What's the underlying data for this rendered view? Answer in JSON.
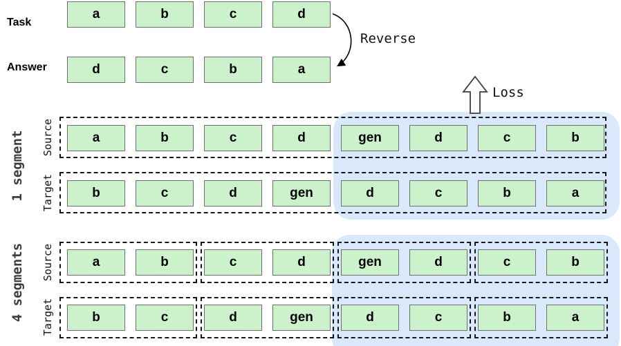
{
  "diagram": {
    "task": {
      "label": "Task",
      "tokens": [
        "a",
        "b",
        "c",
        "d"
      ]
    },
    "answer": {
      "label": "Answer",
      "tokens": [
        "d",
        "c",
        "b",
        "a"
      ]
    },
    "reverse_label": "Reverse",
    "loss_label": "Loss",
    "sections": [
      {
        "label": "1 segment",
        "source_label": "Source",
        "target_label": "Target",
        "source_segments": [
          [
            "a",
            "b",
            "c",
            "d",
            "gen",
            "d",
            "c",
            "b"
          ]
        ],
        "target_segments": [
          [
            "b",
            "c",
            "d",
            "gen",
            "d",
            "c",
            "b",
            "a"
          ]
        ]
      },
      {
        "label": "4 segments",
        "source_label": "Source",
        "target_label": "Target",
        "source_segments": [
          [
            "a",
            "b"
          ],
          [
            "c",
            "d"
          ],
          [
            "gen",
            "d"
          ],
          [
            "c",
            "b"
          ]
        ],
        "target_segments": [
          [
            "b",
            "c"
          ],
          [
            "d",
            "gen"
          ],
          [
            "d",
            "c"
          ],
          [
            "b",
            "a"
          ]
        ]
      }
    ]
  },
  "colors": {
    "token_fill": "#ccf2cc",
    "token_border": "#6e6e6e",
    "highlight": "#dae8fc",
    "dash": "#161616"
  }
}
